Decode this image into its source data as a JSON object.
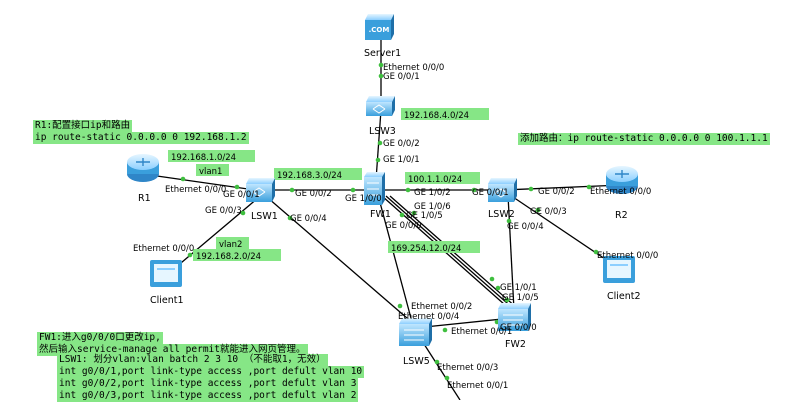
{
  "colors": {
    "label_bg": "#86e686",
    "link_dot": "#3fbf3f",
    "device": "#3aa0e0",
    "line": "#000000"
  },
  "devices": {
    "server1": "Server1",
    "lsw3": "LSW3",
    "r1": "R1",
    "lsw1": "LSW1",
    "fw1": "FW1",
    "lsw2": "LSW2",
    "r2": "R2",
    "client1": "Client1",
    "client2": "Client2",
    "lsw5": "LSW5",
    "fw2": "FW2",
    "server_badge": ".COM"
  },
  "ports": {
    "s1_eth": "Ethernet 0/0/0",
    "lsw3_ge001": "GE 0/0/1",
    "lsw3_ge002": "GE 0/0/2",
    "fw1_ge101": "GE 1/0/1",
    "r1_eth": "Ethernet 0/0/0",
    "lsw1_ge001": "GE 0/0/1",
    "lsw1_ge002": "GE 0/0/2",
    "fw1_ge100": "GE 1/0/0",
    "lsw1_ge003": "GE 0/0/3",
    "lsw1_ge004": "GE 0/0/4",
    "fw1_ge102": "GE 1/0/2",
    "lsw2_ge001": "GE 0/0/1",
    "lsw2_ge002": "GE 0/0/2",
    "r2_eth": "Ethernet 0/0/0",
    "fw1_ge106": "GE 1/0/6",
    "fw1_ge105": "GE 1/0/5",
    "fw1_ge000": "GE 0/0/0",
    "lsw2_ge003": "GE 0/0/3",
    "lsw2_ge004": "GE 0/0/4",
    "c1_eth": "Ethernet 0/0/0",
    "c2_eth": "Ethernet 0/0/0",
    "fw2_ge101": "GE 1/0/1",
    "fw2_ge105": "GE 1/0/5",
    "fw2_ge000": "GE 0/0/0",
    "lsw5_eth002": "Ethernet 0/0/2",
    "lsw5_eth004": "Ethernet 0/0/4",
    "lsw5_eth001": "Ethernet 0/0/1",
    "lsw5_eth003": "Ethernet 0/0/3",
    "bottom_eth001": "Ethernet 0/0/1"
  },
  "labels": {
    "net_192_168_4": "192.168.4.0/24",
    "net_192_168_1": "192.168.1.0/24",
    "vlan1": "vlan1",
    "net_192_168_3": "192.168.3.0/24",
    "net_100_1_1": "100.1.1.0/24",
    "vlan2": "vlan2",
    "net_192_168_2": "192.168.2.0/24",
    "net_169_254": "169.254.12.0/24"
  },
  "notes": {
    "r1_title": "R1:配置接口ip和路由",
    "r1_cmd": "ip route-static 0.0.0.0 0 192.168.1.2",
    "add_route": "添加路由：ip route-static 0.0.0.0 0 100.1.1.1",
    "fw1_line1": "FW1:进入g0/0/0口更改ip,",
    "fw1_line2": "然后输入service-manage all permit就能进入网页管理。",
    "lsw1_line1": "LSW1: 划分vlan:vlan batch 2 3 10 （不能取1，无效）",
    "lsw1_line2": "int g0/0/1,port link-type access ,port defult vlan 10",
    "lsw1_line3": "int g0/0/2,port link-type access ,port defult vlan 3",
    "lsw1_line4": "int g0/0/3,port link-type access ,port defult vlan 2"
  }
}
